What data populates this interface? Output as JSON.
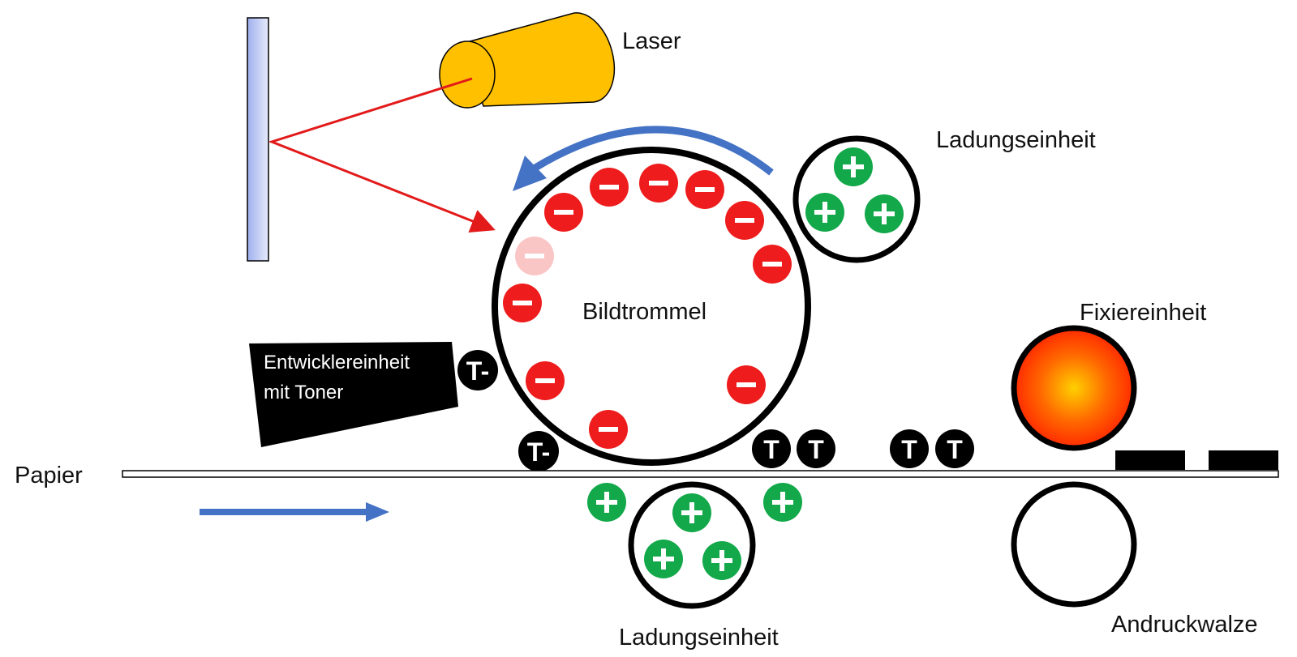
{
  "labels": {
    "laser": "Laser",
    "charging_unit_top": "Ladungseinheit",
    "image_drum": "Bildtrommel",
    "fuser": "Fixiereinheit",
    "developer_line1": "Entwicklereinheit",
    "developer_line2": "mit Toner",
    "paper": "Papier",
    "charging_unit_bottom": "Ladungseinheit",
    "pressure_roller": "Andruckwalze"
  },
  "charge_symbols": {
    "negative": "−",
    "positive": "+",
    "toner": "T",
    "toner_negative": "T-"
  },
  "colors": {
    "negative_charge": "#ee1c1c",
    "positive_charge": "#13a84a",
    "laser_body": "#ffc000",
    "laser_beam": "#e21a1a",
    "arrow": "#4472c4",
    "mirror": "#c2cef5",
    "toner": "#000000"
  }
}
